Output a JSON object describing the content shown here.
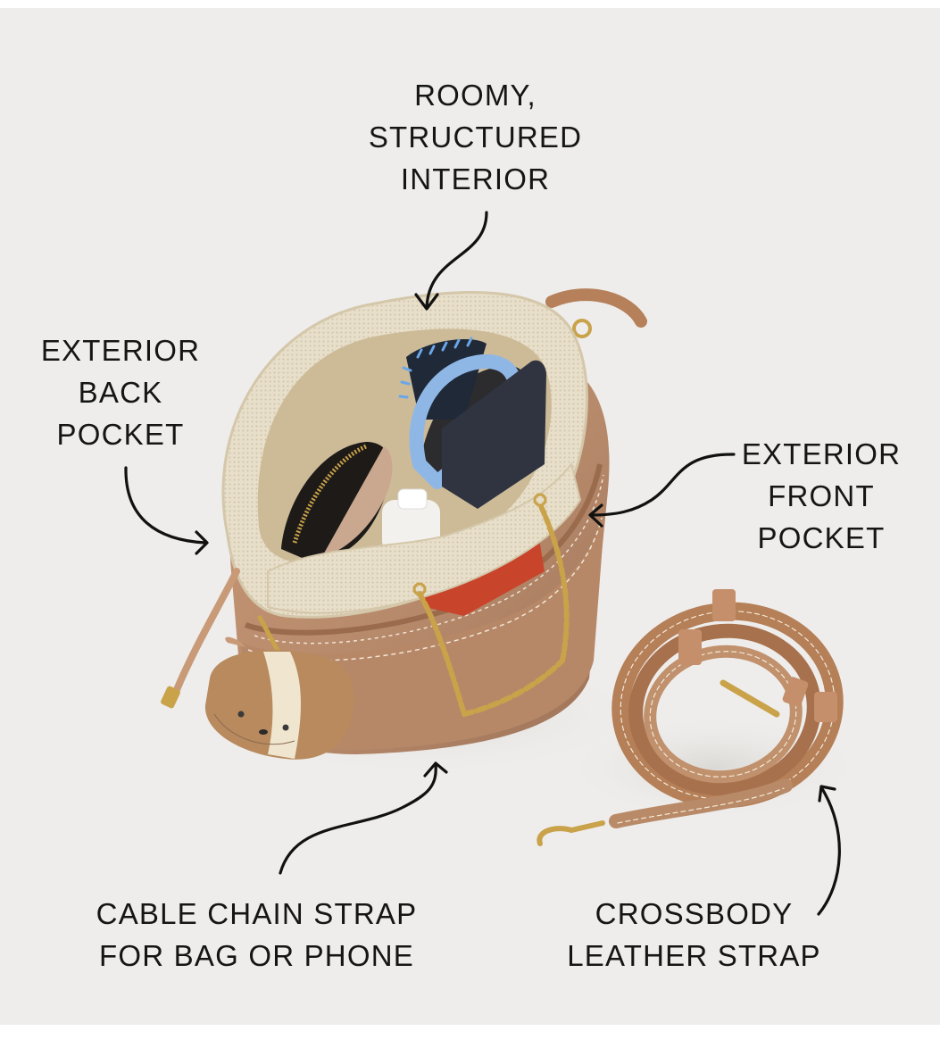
{
  "annotations": {
    "interior": {
      "lines": [
        "ROOMY,",
        "STRUCTURED",
        "INTERIOR"
      ]
    },
    "back_pocket": {
      "lines": [
        "EXTERIOR",
        "BACK",
        "POCKET"
      ]
    },
    "front_pocket": {
      "lines": [
        "EXTERIOR",
        "FRONT",
        "POCKET"
      ]
    },
    "chain_strap": {
      "lines": [
        "CABLE CHAIN STRAP",
        "FOR BAG OR PHONE"
      ]
    },
    "crossbody_strap": {
      "lines": [
        "CROSSBODY",
        "LEATHER STRAP"
      ]
    }
  },
  "colors": {
    "background": "#eeedeb",
    "text": "#151515",
    "leather": "#b98a68",
    "canvas_lining": "#e6dcc6",
    "gold_hardware": "#c9a24a"
  }
}
